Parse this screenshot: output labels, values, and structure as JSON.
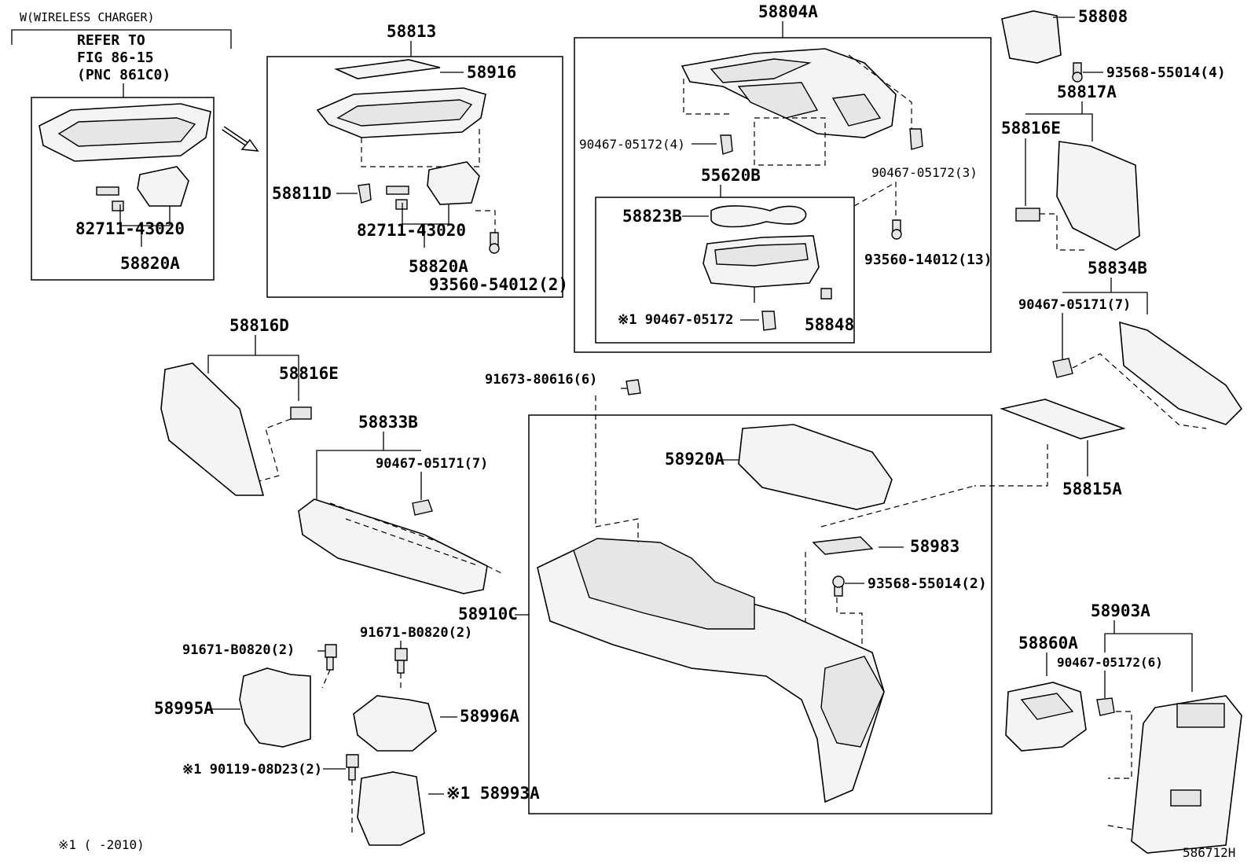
{
  "header": {
    "wireless_charger": "W(WIRELESS CHARGER)",
    "refer_to": "REFER TO",
    "fig": "FIG 86-15",
    "pnc": "(PNC 861C0)"
  },
  "parts": {
    "p58813": "58813",
    "p58916": "58916",
    "p58811D": "58811D",
    "p82711_a": "82711-43020",
    "p82711_b": "82711-43020",
    "p58820A_a": "58820A",
    "p58820A_b": "58820A",
    "p93560_54012": "93560-54012(2)",
    "p58804A": "58804A",
    "p90467_05172_4": "90467-05172(4)",
    "p90467_05172_3": "90467-05172(3)",
    "p55620B": "55620B",
    "p58823B": "58823B",
    "p90467_05172_note": "※1 90467-05172",
    "p58848": "58848",
    "p93560_14012": "93560-14012(13)",
    "p58808": "58808",
    "p93568_55014_4": "93568-55014(4)",
    "p58817A": "58817A",
    "p58816E_top": "58816E",
    "p58834B": "58834B",
    "p90467_05171_7_right": "90467-05171(7)",
    "p58815A": "58815A",
    "p58816D": "58816D",
    "p58816E_left": "58816E",
    "p58833B": "58833B",
    "p90467_05171_7_mid": "90467-05171(7)",
    "p91673": "91673-80616(6)",
    "p58920A": "58920A",
    "p58983": "58983",
    "p93568_55014_2": "93568-55014(2)",
    "p58910C": "58910C",
    "p91671_left": "91671-B0820(2)",
    "p91671_mid": "91671-B0820(2)",
    "p58995A": "58995A",
    "p58996A": "58996A",
    "p90119": "※1 90119-08D23(2)",
    "p58993A": "※1 58993A",
    "p58903A": "58903A",
    "p58860A": "58860A",
    "p90467_05172_6": "90467-05172(6)"
  },
  "footer": {
    "note": "※1 (        -2010)",
    "diagram_id": "586712H"
  }
}
